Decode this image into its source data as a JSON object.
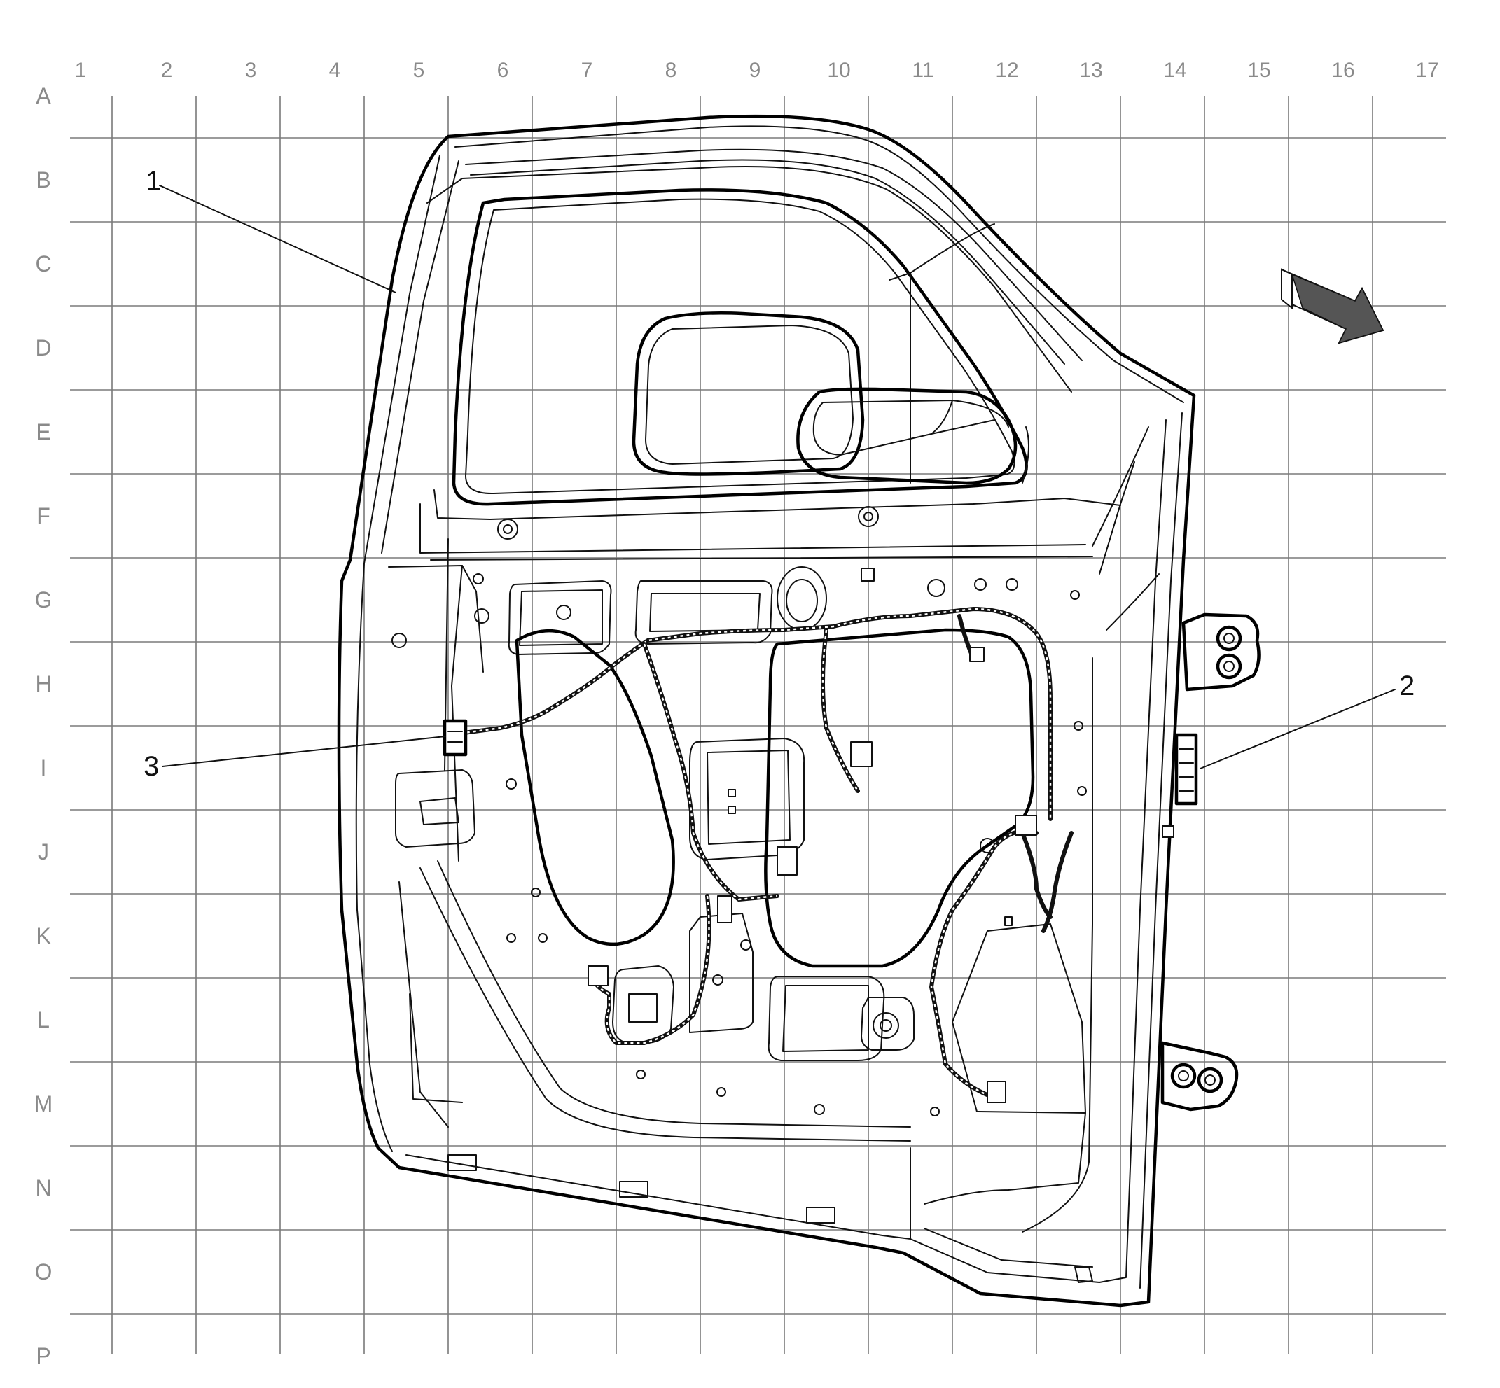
{
  "grid": {
    "columns": [
      "1",
      "2",
      "3",
      "4",
      "5",
      "6",
      "7",
      "8",
      "9",
      "10",
      "11",
      "12",
      "13",
      "14",
      "15",
      "16",
      "17"
    ],
    "rows": [
      "A",
      "B",
      "C",
      "D",
      "E",
      "F",
      "G",
      "H",
      "I",
      "J",
      "K",
      "L",
      "M",
      "N",
      "O",
      "P"
    ]
  },
  "callouts": {
    "door_panel": "1",
    "harness_connector": "2",
    "module_connector": "3"
  },
  "colors": {
    "line": "#111111",
    "grid": "#7a7a7a",
    "labels": "#8a8a8a",
    "arrow_fill": "#555555"
  },
  "icons": {
    "view_direction": "view-direction-arrow-icon"
  }
}
